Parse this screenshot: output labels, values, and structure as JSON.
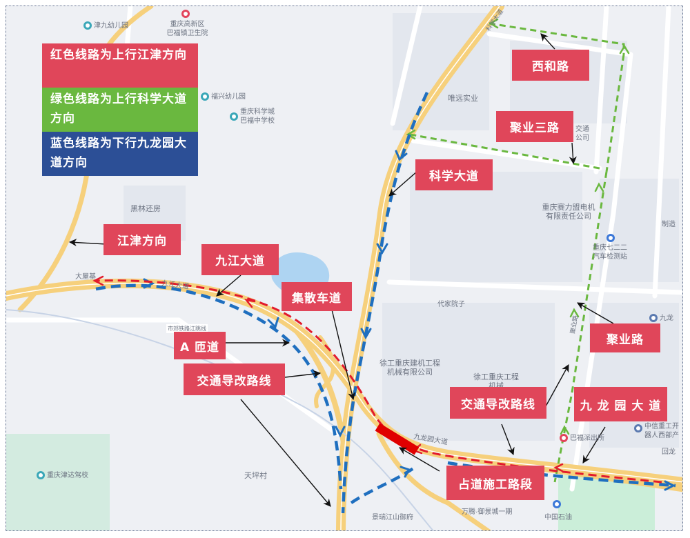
{
  "legend": [
    {
      "text": "红色线路为上行江津方向",
      "color": "#e0465a"
    },
    {
      "text": "绿色线路为上行科学大道方向",
      "color": "#6ab83f"
    },
    {
      "text": "蓝色线路为下行九龙园大道方向",
      "color": "#2c4f96"
    }
  ],
  "labels": {
    "xihe_road": "西和路",
    "juye_san_road": "聚业三路",
    "kexue_avenue": "科学大道",
    "jiangjin_direction": "江津方向",
    "jiujiang_avenue": "九江大道",
    "jisan_lane": "集散车道",
    "a_ramp": "A 匝道",
    "detour_route_left": "交通导改路线",
    "juye_road": "聚业路",
    "detour_route_right": "交通导改路线",
    "jiulongyuan_avenue": "九 龙 园 大 道",
    "construction_section": "占道施工路段"
  },
  "map_pois": {
    "jinjiu_kindergarten": "津九幼儿园",
    "clinic_line1": "重庆高新区",
    "clinic_line2": "巴福镇卫生院",
    "fuxing_kindergarten": "福兴幼儿园",
    "science_school_line1": "重庆科学城",
    "science_school_line2": "巴福中学校",
    "weiyuan": "唯远实业",
    "company_partial_line1": "交通",
    "company_partial_line2": "公司",
    "heilin": "黑林还房",
    "sailimeng_line1": "重庆赛力盟电机",
    "sailimeng_line2": "有限责任公司",
    "manufacture_partial": "制造",
    "inspection_line1": "重庆七二二",
    "inspection_line2": "汽车检测站",
    "daya": "大屋基",
    "daijia": "代家院子",
    "jiulong_partial": "九龙",
    "xcmg_machinery_line1": "徐工重庆建机工程",
    "xcmg_machinery_line2": "机械有限公司",
    "xcmg_eng_line1": "徐工重庆工程",
    "xcmg_eng_line2": "机械",
    "police": "巴福派出所",
    "citic_line1": "中信重工开",
    "citic_line2": "器人西部产",
    "huilong_partial": "回龙",
    "driving_school": "重庆津达驾校",
    "tianping": "天坪村",
    "jingrui": "景瑞江山御府",
    "wanteng": "万腾·御景城一期",
    "sinopec": "中国石油",
    "road_jiujiang": "九江大道",
    "road_jiulong": "九龙园大道",
    "road_bus": "市郊铁路江跳线",
    "road_juye": "聚业路",
    "road_kexue": "科学大道"
  },
  "colors": {
    "red_route": "#e21b2c",
    "green_route": "#6ab83f",
    "blue_route": "#1f6fbf",
    "label_red": "#e0465a",
    "road_yellow": "#f6d07c",
    "road_white": "#ffffff",
    "water": "#aed4f2",
    "construction": "#e00000"
  },
  "icons": [
    "poi-pin-icon",
    "school-icon",
    "hospital-icon",
    "police-icon",
    "gas-station-icon",
    "bus-stop-icon"
  ]
}
